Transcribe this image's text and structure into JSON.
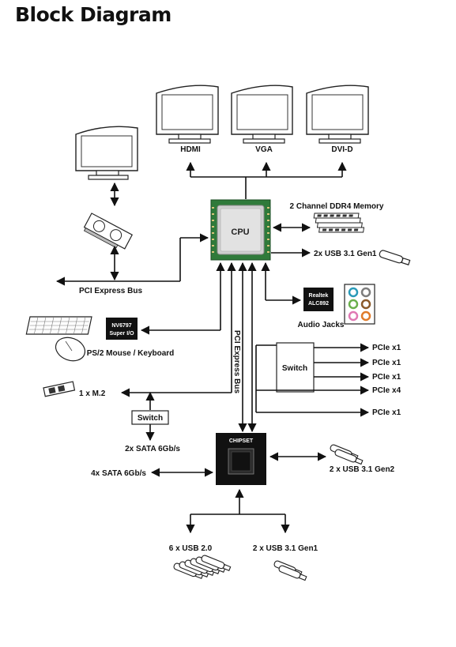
{
  "title": "Block Diagram",
  "labels": {
    "hdmi": "HDMI",
    "vga": "VGA",
    "dvid": "DVI-D",
    "memory": "2 Channel DDR4 Memory",
    "cpu": "CPU",
    "usb31_gen1_cpu": "2x USB 3.1 Gen1",
    "pci_express_bus_h": "PCI Express Bus",
    "pci_express_bus_v": "PCI Express Bus",
    "realtek_line1": "Realtek",
    "realtek_line2": "ALC892",
    "audio_jacks": "Audio Jacks",
    "superio_line1": "NV6797",
    "superio_line2": "Super I/O",
    "ps2": "PS/2 Mouse / Keyboard",
    "switch_pcie": "Switch",
    "pcie_1": "PCIe x1",
    "pcie_2": "PCIe x1",
    "pcie_3": "PCIe x1",
    "pcie_4": "PCIe x4",
    "pcie_5": "PCIe x1",
    "m2": "1 x M.2",
    "switch_sata": "Switch",
    "sata_2x": "2x SATA 6Gb/s",
    "sata_4x": "4x SATA 6Gb/s",
    "chipset": "CHIPSET",
    "usb31_gen2": "2 x USB 3.1 Gen2",
    "usb20": "6 x USB 2.0",
    "usb31_gen1_chipset": "2 x USB 3.1 Gen1"
  },
  "colors": {
    "cpu_pcb": "#2f7a3a",
    "cpu_die": "#c9c9c9",
    "chipset": "#111111",
    "lines": "#111111"
  }
}
